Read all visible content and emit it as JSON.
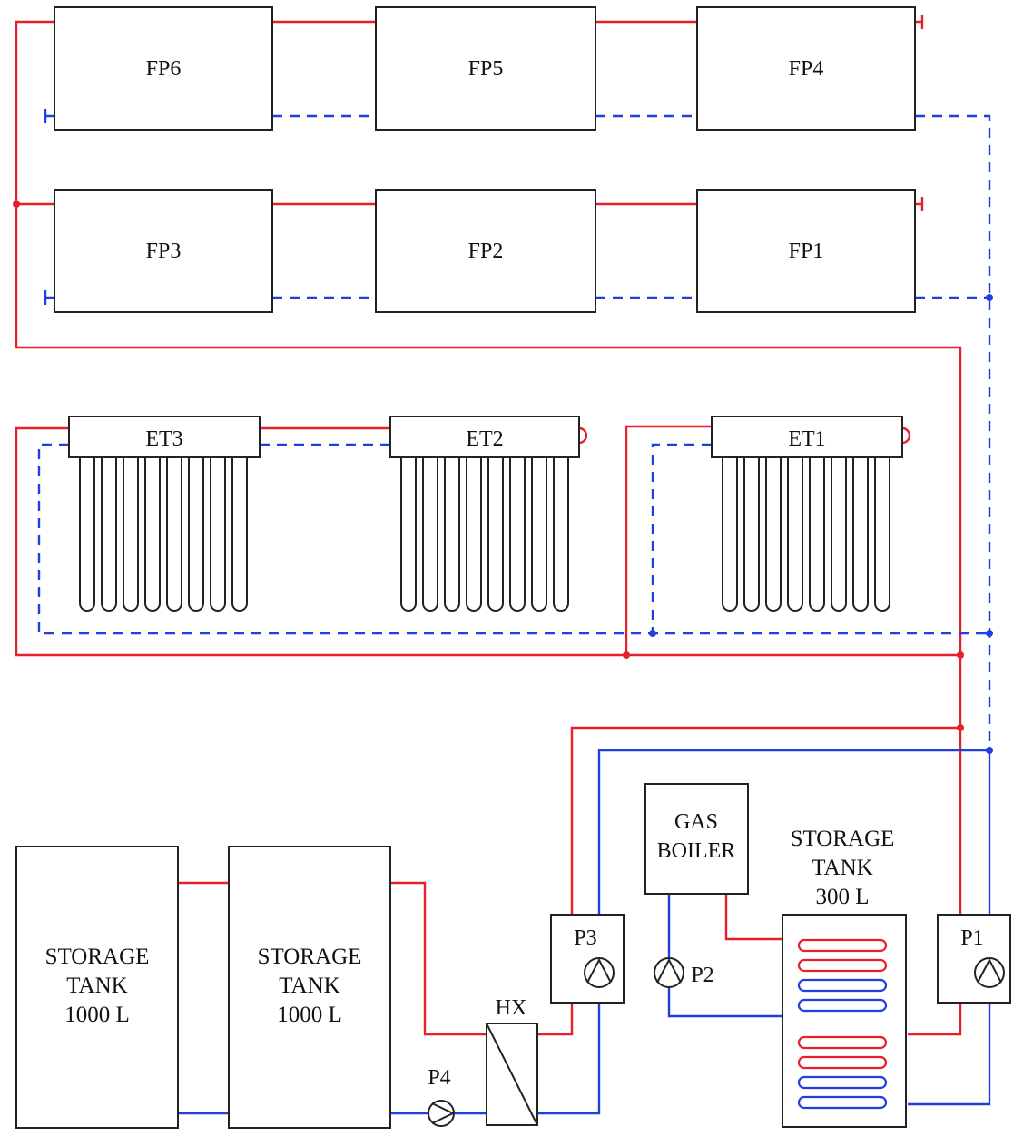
{
  "flat_panels": [
    {
      "id": "fp6",
      "label": "FP6"
    },
    {
      "id": "fp5",
      "label": "FP5"
    },
    {
      "id": "fp4",
      "label": "FP4"
    },
    {
      "id": "fp3",
      "label": "FP3"
    },
    {
      "id": "fp2",
      "label": "FP2"
    },
    {
      "id": "fp1",
      "label": "FP1"
    }
  ],
  "evacuated_tubes": [
    {
      "id": "et3",
      "label": "ET3"
    },
    {
      "id": "et2",
      "label": "ET2"
    },
    {
      "id": "et1",
      "label": "ET1"
    }
  ],
  "storage_tank_a": {
    "line1": "STORAGE",
    "line2": "TANK",
    "line3": "1000 L"
  },
  "storage_tank_b": {
    "line1": "STORAGE",
    "line2": "TANK",
    "line3": "1000 L"
  },
  "storage_tank_small": {
    "line1": "STORAGE",
    "line2": "TANK",
    "line3": "300 L"
  },
  "gas_boiler": {
    "line1": "GAS",
    "line2": "BOILER"
  },
  "heat_exchanger": {
    "label": "HX"
  },
  "pumps": {
    "p1": "P1",
    "p2": "P2",
    "p3": "P3",
    "p4": "P4"
  },
  "colors": {
    "hot": "#e8202a",
    "cold": "#1f3fe0",
    "outline": "#222222"
  }
}
